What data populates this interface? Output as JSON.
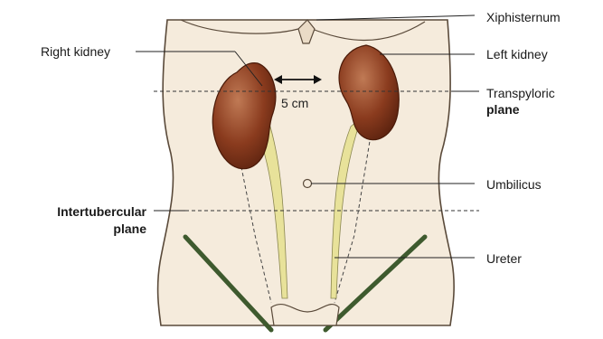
{
  "labels": {
    "xiphisternum": "Xiphisternum",
    "right_kidney": "Right kidney",
    "left_kidney": "Left kidney",
    "transpyloric_line1": "Transpyloric",
    "transpyloric_line2": "plane",
    "umbilicus": "Umbilicus",
    "intertubercular_line1": "Intertubercular",
    "intertubercular_line2": "plane",
    "ureter": "Ureter"
  },
  "measurement": "5 cm",
  "colors": {
    "skin": "#f2e7d6",
    "outline": "#5a4a3a",
    "kidney": "#8a3b1e",
    "kidney_highlight": "#b86a45",
    "ureter": "#e6e08a",
    "inguinal": "#3e5a2e",
    "plane_line": "#333333"
  }
}
